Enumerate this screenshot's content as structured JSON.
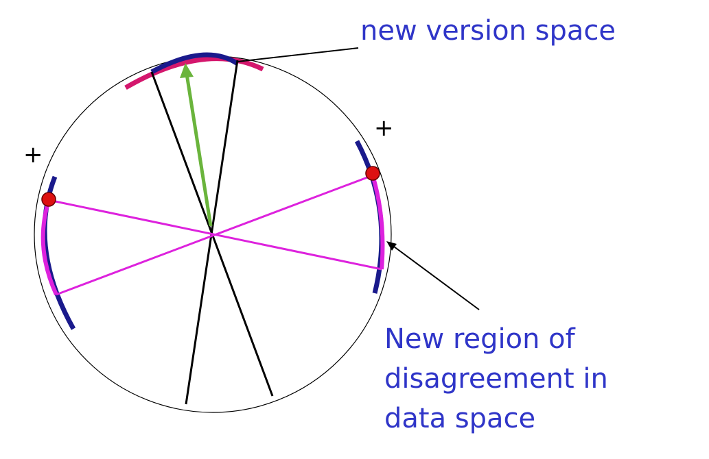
{
  "labels": {
    "version_space": "new version space",
    "disagreement_line1": "New region of",
    "disagreement_line2": "disagreement in",
    "disagreement_line3": "data space",
    "plus_left": "+",
    "plus_right": "+"
  },
  "colors": {
    "circle": "#000000",
    "hypothesis_lines": "#000000",
    "data_lines": "#dd22dd",
    "region_arcs": "#1a1a8c",
    "old_arc": "#d4176d",
    "normal_vector": "#6ab43c",
    "data_points": "#dd1111",
    "label_text": "#2f35c8"
  }
}
